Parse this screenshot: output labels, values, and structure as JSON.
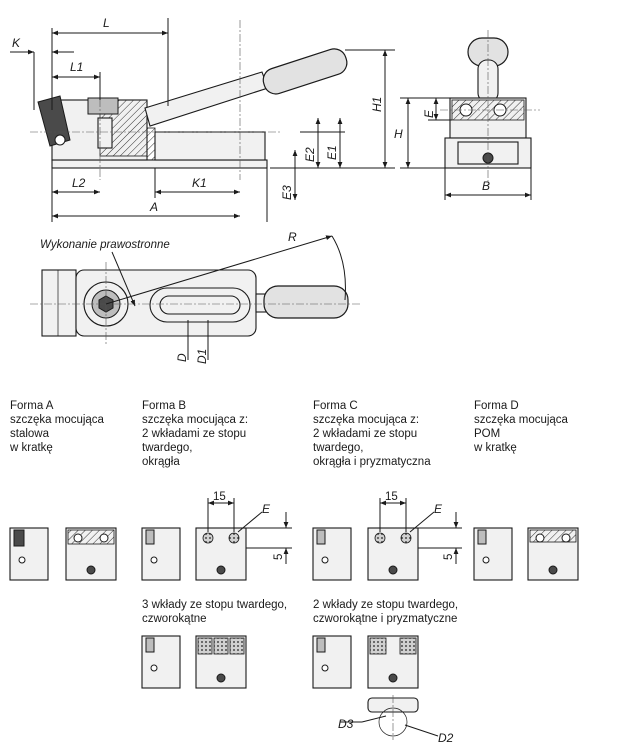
{
  "dimensions": {
    "L": "L",
    "K": "K",
    "L1": "L1",
    "L2": "L2",
    "K1": "K1",
    "A": "A",
    "H1": "H1",
    "H": "H",
    "E": "E",
    "E1": "E1",
    "E2": "E2",
    "E3": "E3",
    "B": "B",
    "R": "R",
    "D": "D",
    "D1": "D1",
    "D2": "D2",
    "D3": "D3"
  },
  "labels": {
    "variant": "Wykonanie prawostronne",
    "dim_15": "15",
    "dim_5": "5"
  },
  "forms": [
    {
      "title": "Forma A",
      "lines": [
        "szczęka mocująca",
        "stalowa",
        "w kratkę"
      ]
    },
    {
      "title": "Forma B",
      "lines": [
        "szczęka mocująca z:",
        "2 wkładami ze stopu",
        "twardego,",
        "okrągła"
      ]
    },
    {
      "title": "Forma C",
      "lines": [
        "szczęka mocująca z:",
        "2 wkładami ze stopu",
        "twardego,",
        "okrągła i pryzmatyczna"
      ]
    },
    {
      "title": "Forma D",
      "lines": [
        "szczęka mocująca",
        "POM",
        "w kratkę"
      ]
    }
  ],
  "inserts": [
    {
      "lines": [
        "3 wkłady ze stopu twardego,",
        "czworokątne"
      ]
    },
    {
      "lines": [
        "2 wkłady ze stopu twardego,",
        "czworokątne i pryzmatyczne"
      ]
    }
  ],
  "icons": [
    "hex-socket-icon",
    "centerline-icon",
    "knurl-grid-icon"
  ]
}
